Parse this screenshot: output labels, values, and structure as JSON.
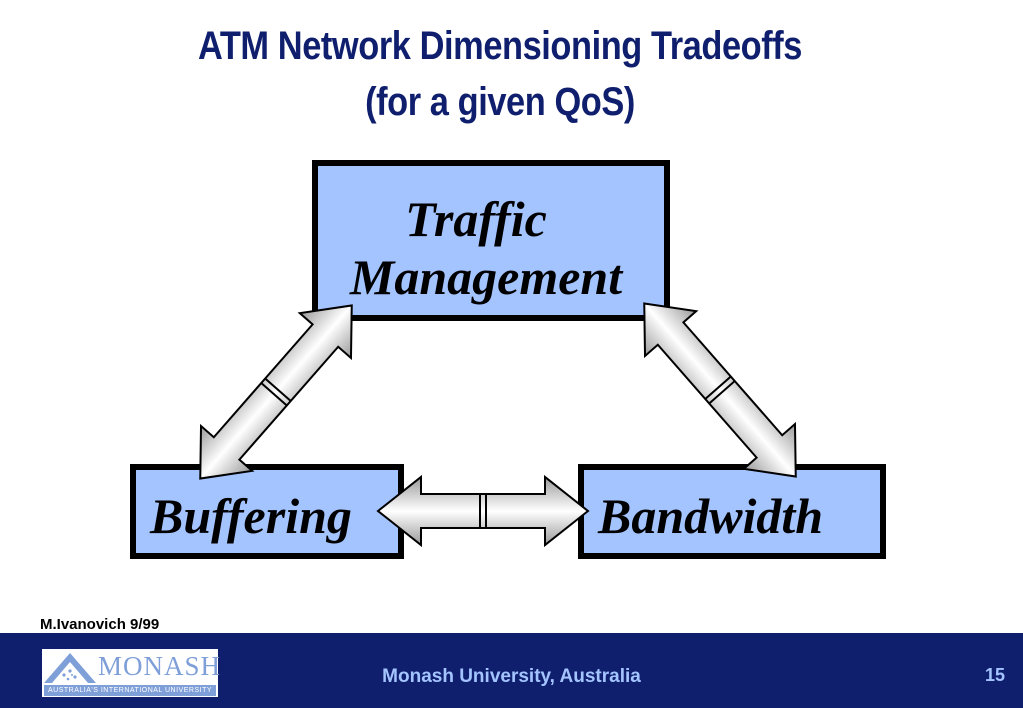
{
  "slide": {
    "title_line1": "ATM Network Dimensioning Tradeoffs",
    "title_line2": "(for a given QoS)"
  },
  "nodes": {
    "traffic_line1": "Traffic",
    "traffic_line2": "Management",
    "buffering": "Buffering",
    "bandwidth": "Bandwidth"
  },
  "footer": {
    "author": "M.Ivanovich 9/99",
    "logo_word": "MONASH",
    "logo_tagline": "AUSTRALIA'S INTERNATIONAL UNIVERSITY",
    "center_text": "Monash University, Australia",
    "page_number": "15"
  },
  "colors": {
    "title": "#0f1f6e",
    "box_fill": "#a4c4ff",
    "box_border": "#000000",
    "footer_bg": "#0f1f6e",
    "footer_text": "#a4c4ff"
  }
}
